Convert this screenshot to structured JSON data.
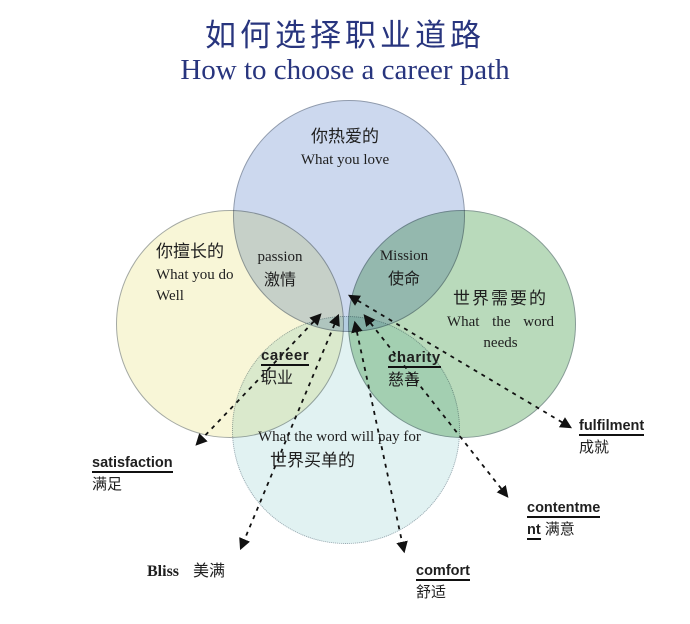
{
  "title": {
    "zh": "如何选择职业道路",
    "en": "How to choose a career path"
  },
  "colors": {
    "title_text": "#28357e",
    "body_text": "#1f1f1f",
    "arrow": "#111111",
    "circle_love": "#ccd8ee",
    "circle_skill": "#f8f6d7",
    "circle_need": "#b9dabb",
    "circle_pay": "#e1f2f2"
  },
  "circles": {
    "love": {
      "zh": "你热爱的",
      "en": "What you love"
    },
    "skill": {
      "zh": "你擅长的",
      "en_line1": "What you do",
      "en_line2": "Well"
    },
    "need": {
      "zh": "世界需要的",
      "en_line1": "What the word",
      "en_line2": "needs"
    },
    "pay": {
      "en": "What the word will pay for",
      "zh": "世界买单的"
    }
  },
  "intersections": {
    "passion": {
      "en": "passion",
      "zh": "激情"
    },
    "mission": {
      "en": "Mission",
      "zh": "使命"
    },
    "career": {
      "en": "career",
      "zh": "职业"
    },
    "charity": {
      "en": "charity",
      "zh": "慈善"
    }
  },
  "outer_labels": {
    "satisfaction": {
      "en": "satisfaction",
      "zh": "满足"
    },
    "bliss": {
      "en": "Bliss",
      "zh": "美满"
    },
    "comfort": {
      "en": "comfort",
      "zh": "舒适"
    },
    "contentment": {
      "en_line1": "contentme",
      "en_line2": "nt",
      "zh": "满意"
    },
    "fulfilment": {
      "en": "fulfilment",
      "zh": "成就"
    }
  }
}
